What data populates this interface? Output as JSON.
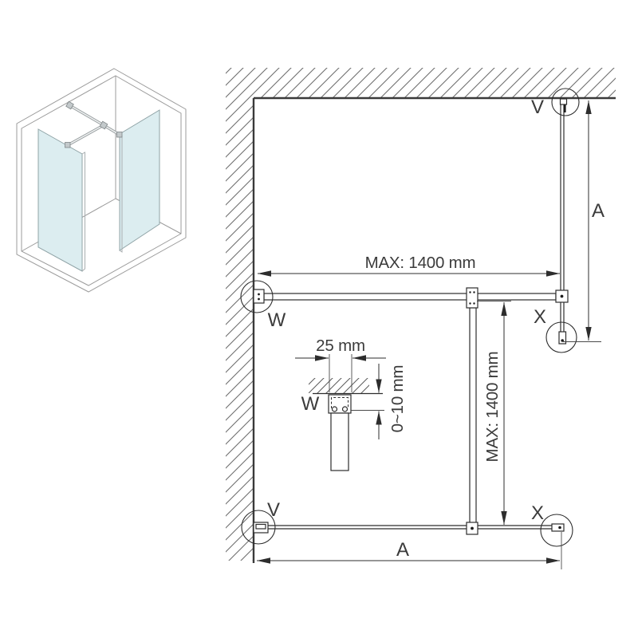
{
  "plan": {
    "labels": {
      "v_top": "V",
      "w_wall": "W",
      "x_panel_right": "X",
      "v_bottom": "V",
      "x_panel_bottom": "X"
    },
    "dimensions": {
      "bar_horizontal_max": "MAX: 1400 mm",
      "bar_vertical_max": "MAX: 1400 mm",
      "panel_right_length": "A",
      "panel_bottom_length": "A"
    }
  },
  "detail": {
    "bracket_label": "W",
    "bracket_width": "25 mm",
    "wall_gap": "0~10 mm"
  },
  "colors": {
    "glass": "#dcedf0",
    "line": "#2d2d2d",
    "hatch": "#6f6f6f",
    "iso_outline": "#9b9b9b"
  }
}
